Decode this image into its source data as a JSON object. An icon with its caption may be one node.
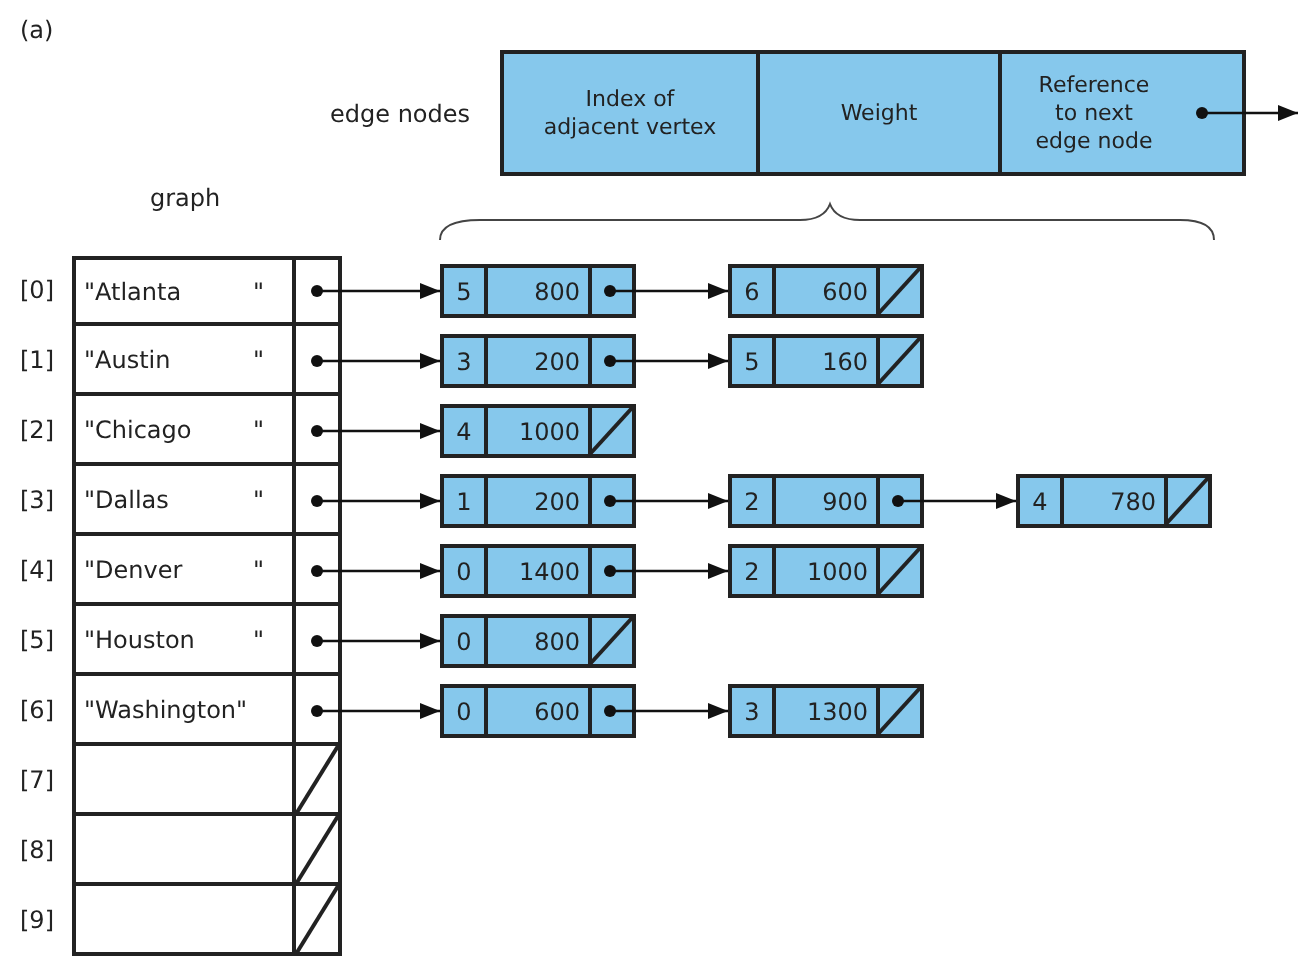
{
  "diagram": {
    "nodes": [
      {
        "text": [
          "Index of adjacent vertex",
          "Weight",
          "Reference to next edge node"
        ]
      },
      {
        "text": [
          "\"Atlanta",
          "\""
        ]
      },
      {
        "text": [
          "\"Austin",
          "\""
        ]
      },
      {
        "text": [
          "\"Chicago",
          "\""
        ]
      },
      {
        "text": [
          "\"Dallas",
          "\""
        ]
      },
      {
        "text": [
          "\"Denver",
          "\""
        ]
      },
      {
        "text": [
          "\"Houston",
          "\""
        ]
      },
      {
        "text": [
          "\"Washington\""
        ]
      },
      {
        "text": [],
        "shape": "box"
      },
      {
        "text": [],
        "shape": "box"
      },
      {
        "text": [],
        "shape": "box"
      },
      {
        "text": [
          "5",
          "800"
        ]
      },
      {
        "text": [
          "6",
          "600"
        ]
      },
      {
        "text": [
          "3",
          "200"
        ]
      },
      {
        "text": [
          "5",
          "160"
        ]
      },
      {
        "text": [
          "4",
          "1000"
        ]
      },
      {
        "text": [
          "1",
          "200"
        ]
      },
      {
        "text": [
          "2",
          "900"
        ]
      },
      {
        "text": [
          "4",
          "780"
        ]
      },
      {
        "text": [
          "0",
          "1400"
        ]
      },
      {
        "text": [
          "2",
          "1000"
        ]
      },
      {
        "text": [
          "0",
          "800"
        ]
      },
      {
        "text": [
          "0",
          "600"
        ]
      },
      {
        "text": [
          "3",
          "1300"
        ]
      }
    ],
    "edges": [
      {
        "from": 0,
        "to": null,
        "arrow": "to"
      },
      {
        "from": 1,
        "to": 11,
        "arrow": "to"
      },
      {
        "from": 11,
        "to": 12,
        "arrow": "to"
      },
      {
        "from": 2,
        "to": 13,
        "arrow": "to"
      },
      {
        "from": 13,
        "to": 14,
        "arrow": "to"
      },
      {
        "from": 3,
        "to": 15,
        "arrow": "to"
      },
      {
        "from": 4,
        "to": 16,
        "arrow": "to"
      },
      {
        "from": 16,
        "to": 17,
        "arrow": "to"
      },
      {
        "from": 17,
        "to": 18,
        "arrow": "to"
      },
      {
        "from": 5,
        "to": 19,
        "arrow": "to"
      },
      {
        "from": 19,
        "to": 20,
        "arrow": "to"
      },
      {
        "from": 6,
        "to": 21,
        "arrow": "to"
      },
      {
        "from": 7,
        "to": 22,
        "arrow": "to"
      },
      {
        "from": 22,
        "to": 23,
        "arrow": "to"
      }
    ],
    "labels": [
      "(a)",
      "edge nodes",
      "graph",
      "[0]",
      "[1]",
      "[2]",
      "[3]",
      "[4]",
      "[5]",
      "[6]",
      "[7]",
      "[8]",
      "[9]"
    ]
  }
}
